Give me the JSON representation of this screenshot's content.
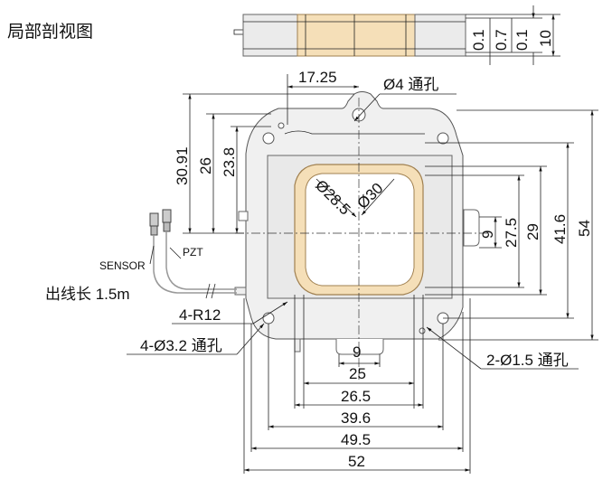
{
  "title": "局部剖视图",
  "side_dims": {
    "d1": "0.1",
    "d2": "0.7",
    "d3": "0.1",
    "d4": "10"
  },
  "top_dims": {
    "offset": "17.25",
    "hole": "Ø4 通孔"
  },
  "left_dims": {
    "h1": "30.91",
    "h2": "26",
    "h3": "23.8"
  },
  "right_dims": {
    "h1": "9",
    "h2": "27.5",
    "h3": "29",
    "h4": "41.6",
    "h5": "54"
  },
  "aperture": {
    "d1": "Ø28.5",
    "d2": "Ø30"
  },
  "bottom_dims": {
    "w1": "9",
    "w2": "25",
    "w3": "26.5",
    "w4": "39.6",
    "w5": "49.5",
    "w6": "52"
  },
  "labels": {
    "sensor": "SENSOR",
    "pzt": "PZT",
    "cable": "出线长 1.5m",
    "radius": "4-R12",
    "holes4": "4-Ø3.2 通孔",
    "holes2": "2-Ø1.5 通孔"
  }
}
